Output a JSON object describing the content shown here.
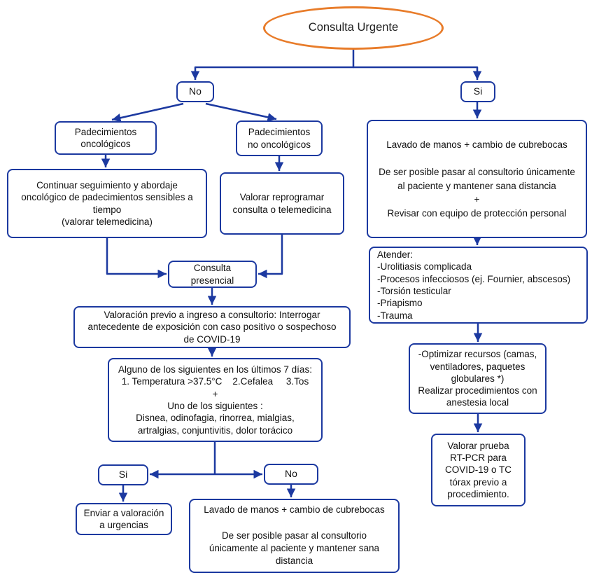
{
  "title": "Consulta Urgente",
  "colors": {
    "node_border": "#1c39a0",
    "terminator_border": "#e87c2a",
    "arrow": "#1c39a0",
    "text": "#111111",
    "background": "#ffffff"
  },
  "nodes": {
    "consulta_urgente": "Consulta Urgente",
    "no_top": "No",
    "si_top": "Si",
    "padecimientos_oncologicos": "Padecimientos\noncológicos",
    "padecimientos_no_oncologicos": "Padecimientos\nno oncológicos",
    "continuar_seguimiento": "Continuar seguimiento y abordaje\noncológico de padecimientos sensibles a\ntiempo\n(valorar telemedicina)",
    "valorar_reprogramar": "Valorar reprogramar\nconsulta o telemedicina",
    "consulta_presencial": "Consulta\npresencial",
    "valoracion_previa": "Valoración previo a ingreso a consultorio: Interrogar\nantecedente de exposición con caso positivo o sospechoso\nde COVID-19",
    "criterios_sintomas": "Alguno de los siguientes en los últimos 7 días:\n1. Temperatura >37.5°C    2.Cefalea     3.Tos\n+\nUno de los siguientes :\nDisnea, odinofagia, rinorrea, mialgias,\nartralgias, conjuntivitis, dolor torácico",
    "si_bottom": "Si",
    "no_bottom": "No",
    "enviar_urgencias": "Enviar a valoración\na urgencias",
    "lavado_consultorio": "Lavado de manos + cambio de cubrebocas\n\nDe ser posible pasar al consultorio\núnicamente al paciente y mantener sana\ndistancia",
    "lavado_epp": "Lavado de manos + cambio de cubrebocas\n\nDe ser posible pasar al consultorio únicamente\nal paciente y mantener sana distancia\n+\nRevisar con equipo de protección personal",
    "atender": "Atender:\n-Urolitiasis complicada\n-Procesos infecciosos (ej. Fournier, abscesos)\n-Torsión testicular\n-Priapismo\n-Trauma",
    "optimizar_recursos": "-Optimizar recursos (camas,\nventiladores, paquetes\nglobulares *)\nRealizar procedimientos con\nanestesia local",
    "valorar_rt_pcr": "Valorar prueba\nRT-PCR para\nCOVID-19 o TC\ntórax previo a\nprocedimiento."
  }
}
